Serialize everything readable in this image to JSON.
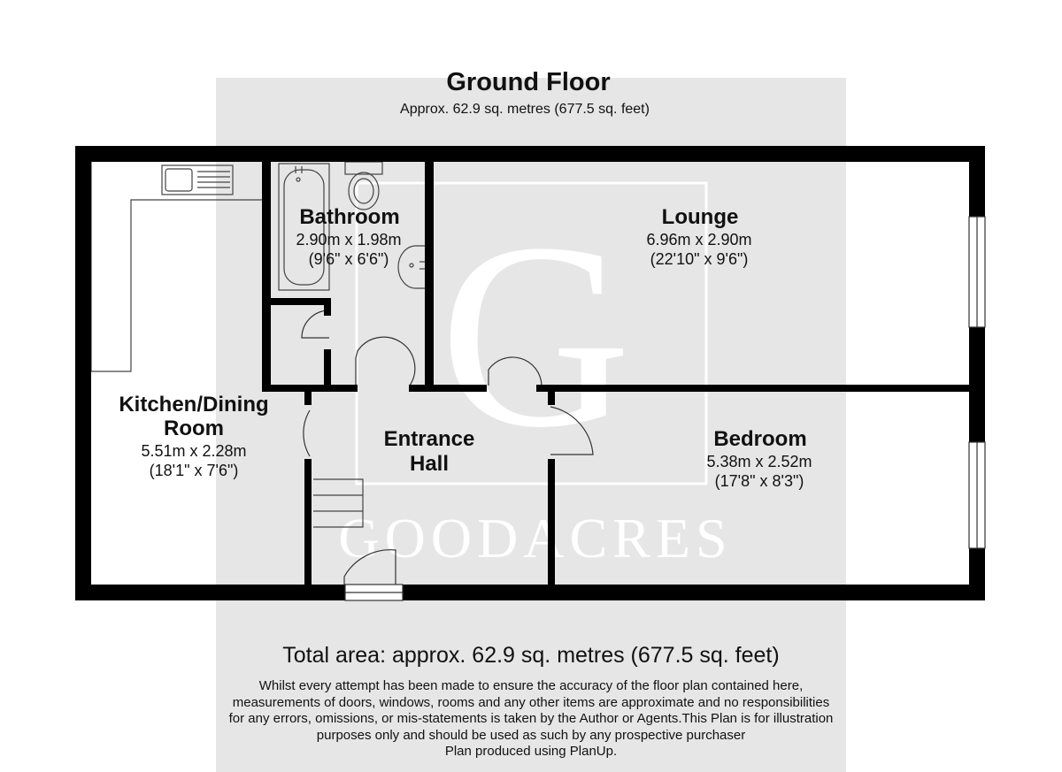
{
  "header": {
    "title": "Ground Floor",
    "subtitle": "Approx. 62.9 sq. metres (677.5 sq. feet)"
  },
  "watermark": {
    "letter": "G",
    "wordmark": "GOODACRES"
  },
  "rooms": {
    "bathroom": {
      "name": "Bathroom",
      "size_m": "2.90m x 1.98m",
      "size_ft": "(9'6\" x 6'6\")"
    },
    "lounge": {
      "name": "Lounge",
      "size_m": "6.96m x 2.90m",
      "size_ft": "(22'10\" x 9'6\")"
    },
    "kitchen": {
      "name_line1": "Kitchen/Dining",
      "name_line2": "Room",
      "size_m": "5.51m x 2.28m",
      "size_ft": "(18'1\" x 7'6\")"
    },
    "hall": {
      "name_line1": "Entrance",
      "name_line2": "Hall"
    },
    "bedroom": {
      "name": "Bedroom",
      "size_m": "5.38m x 2.52m",
      "size_ft": "(17'8\" x 8'3\")"
    }
  },
  "footer": {
    "total_area": "Total area: approx. 62.9 sq. metres (677.5 sq. feet)",
    "disclaimer": [
      "Whilst every attempt has been made to ensure the accuracy of the floor plan contained here,",
      "measurements of doors, windows, rooms and any other items are approximate and no responsibilities",
      "for any errors, omissions, or mis-statements is taken by the Author or Agents.This Plan is for illustration",
      "purposes only and should be used as such by any prospective purchaser",
      "Plan produced using PlanUp."
    ]
  },
  "colors": {
    "wall": "#000000",
    "watermark_panel": "#e6e6e6",
    "watermark_mark": "#ffffff",
    "text": "#111111"
  }
}
